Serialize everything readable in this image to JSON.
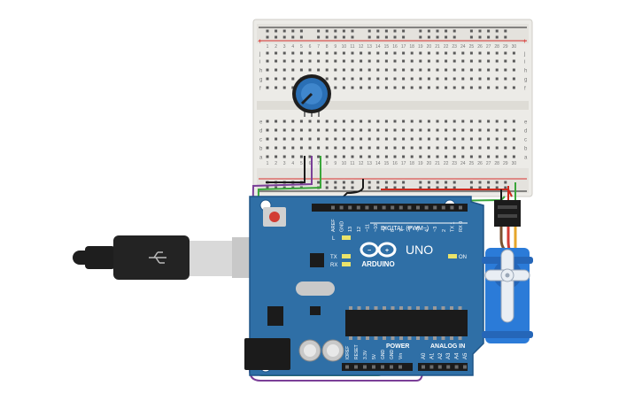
{
  "breadboard": {
    "columns": [
      "1",
      "2",
      "3",
      "4",
      "5",
      "6",
      "7",
      "8",
      "9",
      "10",
      "11",
      "12",
      "13",
      "14",
      "15",
      "16",
      "17",
      "18",
      "19",
      "20",
      "21",
      "22",
      "23",
      "24",
      "25",
      "26",
      "27",
      "28",
      "29",
      "30"
    ],
    "rows_top": [
      "j",
      "i",
      "h",
      "g",
      "f"
    ],
    "rows_bottom": [
      "e",
      "d",
      "c",
      "b",
      "a"
    ],
    "rail_plus": "+",
    "rail_minus": "−"
  },
  "arduino": {
    "brand": "ARDUINO",
    "model": "UNO",
    "digital_label": "DIGITAL (PWM~)",
    "power_label": "POWER",
    "analog_label": "ANALOG IN",
    "on_label": "ON",
    "l_label": "L",
    "tx_label": "TX",
    "rx_label": "RX",
    "header_top": [
      "AREF",
      "GND",
      "13",
      "12",
      "~11",
      "~10",
      "~9",
      "8",
      "7",
      "~6",
      "~5",
      "4",
      "~3",
      "2",
      "TX 1",
      "RX 0"
    ],
    "header_power": [
      "IOREF",
      "RESET",
      "3.3V",
      "5V",
      "GND",
      "GND",
      "Vin"
    ],
    "header_analog": [
      "A0",
      "A1",
      "A2",
      "A3",
      "A4",
      "A5"
    ]
  },
  "colors": {
    "board": "#2f6fa6",
    "board_edge": "#1f5587",
    "breadboard": "#ecebe7",
    "rail_red": "#d9332e",
    "wire_green": "#3aa63a",
    "wire_purple": "#7b3f98",
    "wire_black": "#1a1a1a",
    "wire_red": "#cc2a1e",
    "servo": "#2b7bd8"
  },
  "icons": {
    "usb_symbol": "usb-icon",
    "arduino_logo": "arduino-infinity-logo"
  }
}
